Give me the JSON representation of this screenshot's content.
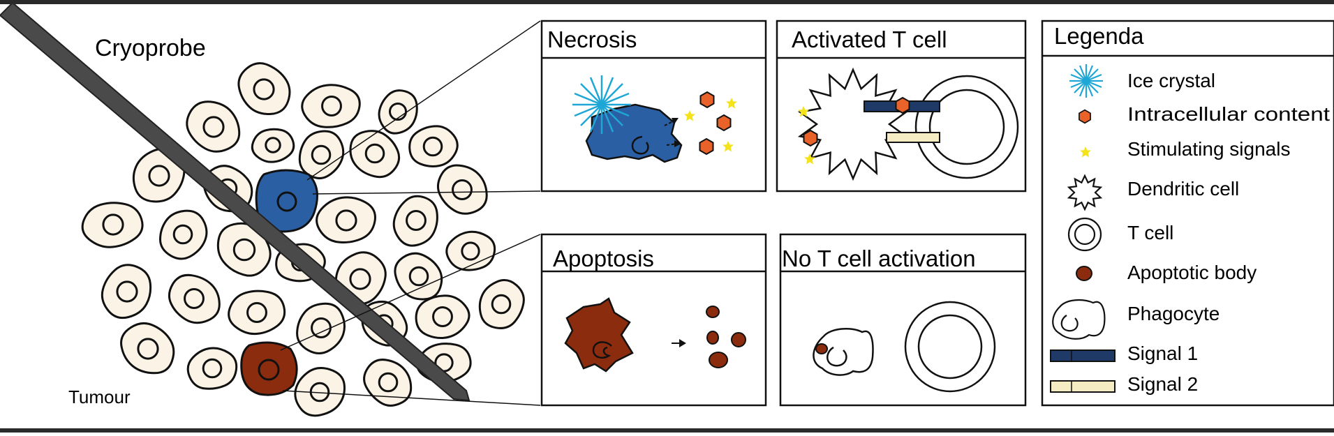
{
  "left_panel": {
    "cryoprobe_label": "Cryoprobe",
    "tumour_label": "Tumour"
  },
  "panels": {
    "necrosis": {
      "title": "Necrosis"
    },
    "activated": {
      "title": "Activated T cell"
    },
    "apoptosis": {
      "title": "Apoptosis"
    },
    "no_activation": {
      "title": "No T cell activation"
    }
  },
  "legend": {
    "title": "Legenda",
    "items": [
      {
        "icon": "ice-crystal-icon",
        "label": "Ice crystal"
      },
      {
        "icon": "intracellular-content-icon",
        "label": "Intracellular content"
      },
      {
        "icon": "stimulating-signal-icon",
        "label": "Stimulating signals"
      },
      {
        "icon": "dendritic-cell-icon",
        "label": "Dendritic cell"
      },
      {
        "icon": "t-cell-icon",
        "label": "T cell"
      },
      {
        "icon": "apoptotic-body-icon",
        "label": "Apoptotic body"
      },
      {
        "icon": "phagocyte-icon",
        "label": "Phagocyte"
      },
      {
        "icon": "signal-1-icon",
        "label": "Signal 1"
      },
      {
        "icon": "signal-2-icon",
        "label": "Signal 2"
      }
    ]
  },
  "colors": {
    "cell_fill": "#faf3e6",
    "necrotic_cell": "#2b5fa3",
    "apoptotic_cell": "#8b2c0e",
    "probe": "#4a4a4a",
    "ice_crystal": "#1ea7d6",
    "intracellular_content": "#e8622a",
    "stimulating_signal": "#f4e21b",
    "signal_1": "#1f3a66",
    "signal_2": "#f6ecc4",
    "frame": "#2a2a2a"
  }
}
